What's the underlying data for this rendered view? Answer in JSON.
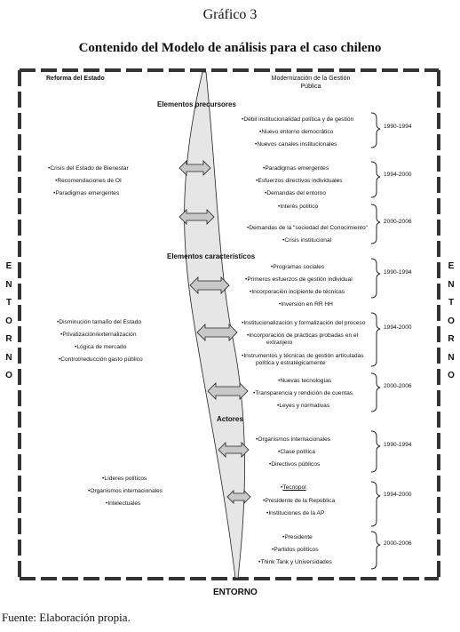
{
  "header": {
    "chart_label": "Gráfico 3",
    "title": "Contenido del Modelo de análisis para el caso chileno"
  },
  "columns": {
    "left": "Reforma del Estado",
    "right_line1": "Modernización de la Gestión",
    "right_line2": "Pública"
  },
  "sections": {
    "s1": "Elementos precursores",
    "s2": "Elementos característicos",
    "s3": "Actores"
  },
  "periods": {
    "p1": "1990-1994",
    "p2": "1994-2000",
    "p3": "2000-2006",
    "p4": "1990-1994",
    "p5": "1994-2000",
    "p6": "2000-2006",
    "p7": "1990-1994",
    "p8": "1994-2000",
    "p9": "2000-2006"
  },
  "right_items": {
    "r1": "Débil institucionalidad política y de gestión",
    "r2": "Nuevo entorno democrático",
    "r3": "Nuevos canales institucionales",
    "r4": "Paradigmas emergentes",
    "r5": "Esfuerzos directivos individuales",
    "r6": "Demandas del entorno",
    "r7": "Interés político",
    "r8": "Demandas de la \"sociedad del Conocimiento\"",
    "r9": "Crisis institucional",
    "r10": "Programas sociales",
    "r11": "Primeros esfuerzos de gestión individual",
    "r12": "Incorporación incipiente de técnicas",
    "r13": "Inversión en RR HH",
    "r14": "Institucionalización y formalización del proceso",
    "r15a": "Incorporación de prácticas probadas en el",
    "r15b": "extranjero",
    "r16a": "Instrumentos y técnicas de gestión articuladas",
    "r16b": "política y estratégicamente",
    "r17": "Nuevas tecnologías",
    "r18": "Transparencia y rendición de cuentas",
    "r19": "Leyes y normativas",
    "r20": "Organismos internacionales",
    "r21": "Clase política",
    "r22": "Directivos públicos",
    "r23": "Tecnopol",
    "r24": "Presidente de la República",
    "r25": "Instituciones de la AP",
    "r26": "Presidente",
    "r27": "Partidos políticos",
    "r28": "Think Tank y Universidades"
  },
  "left_items": {
    "l1": "Crisis del Estado de Bienestar",
    "l2": "Recomendaciones de OI",
    "l3": "Paradigmas emergentes",
    "l4": "Disminución tamaño del Estado",
    "l5": "Privatización/externalización",
    "l6": "Lógica de mercado",
    "l7": "Control/reducción gasto público",
    "l8": "Líderes políticos",
    "l9": "Organismos internacionales",
    "l10": "Intelectuales"
  },
  "frame": {
    "side_left": "ENTORNO",
    "side_right": "ENTORNO",
    "bottom": "ENTORNO"
  },
  "footer": {
    "source": "Fuente: Elaboración propia."
  },
  "colors": {
    "frame": "#333333",
    "band_fill": "#e6e6e6",
    "arrow_fill": "#c8c8c8"
  }
}
